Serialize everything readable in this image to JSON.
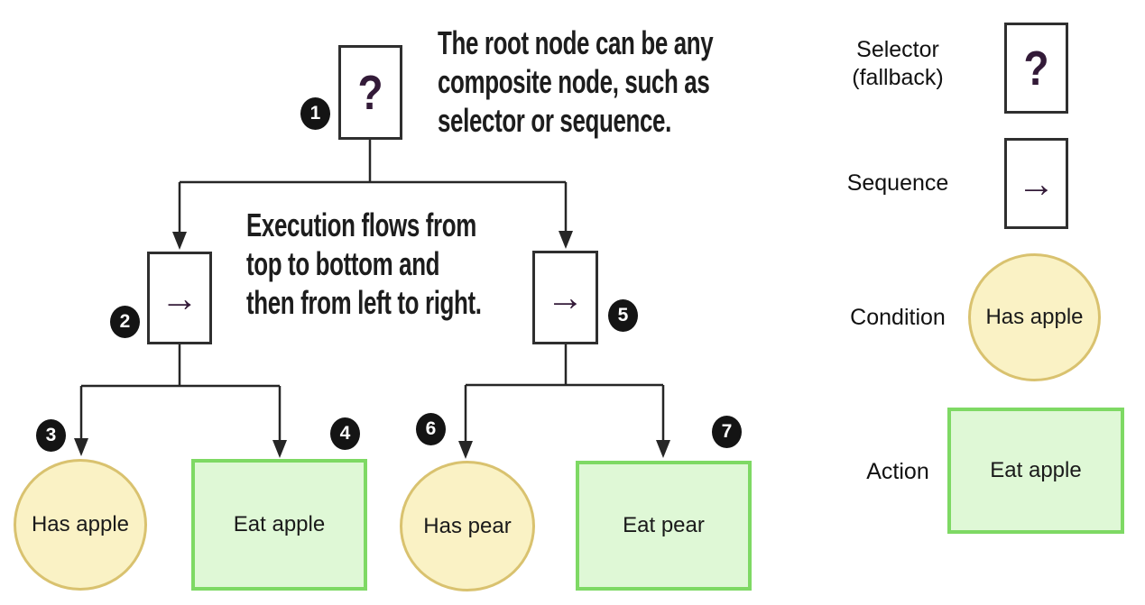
{
  "annotations": {
    "root_note": [
      "The root node can be any",
      "composite node, such as",
      "selector or sequence."
    ],
    "flow_note": [
      "Execution flows from",
      "top to bottom and",
      "then from left to right."
    ]
  },
  "tree": {
    "root": {
      "badge": "1",
      "glyph": "?"
    },
    "seq_left": {
      "badge": "2",
      "glyph": "→"
    },
    "seq_right": {
      "badge": "5",
      "glyph": "→"
    },
    "cond_left": {
      "badge": "3",
      "label": "Has apple"
    },
    "act_left": {
      "badge": "4",
      "label": "Eat apple"
    },
    "cond_right": {
      "badge": "6",
      "label": "Has pear"
    },
    "act_right": {
      "badge": "7",
      "label": "Eat pear"
    }
  },
  "legend": {
    "selector": {
      "label": "Selector",
      "sublabel": "(fallback)",
      "glyph": "?"
    },
    "sequence": {
      "label": "Sequence",
      "glyph": "→"
    },
    "condition": {
      "label": "Condition",
      "example": "Has apple"
    },
    "action": {
      "label": "Action",
      "example": "Eat apple"
    }
  },
  "colors": {
    "condition_fill": "#faf2c5",
    "condition_border": "#d9c26f",
    "action_fill": "#dff8d6",
    "action_border": "#7ed964",
    "composite_border": "#2f2f2f",
    "connector": "#262626",
    "glyph": "#331a38",
    "badge_bg": "#141414",
    "badge_text": "#ffffff"
  }
}
